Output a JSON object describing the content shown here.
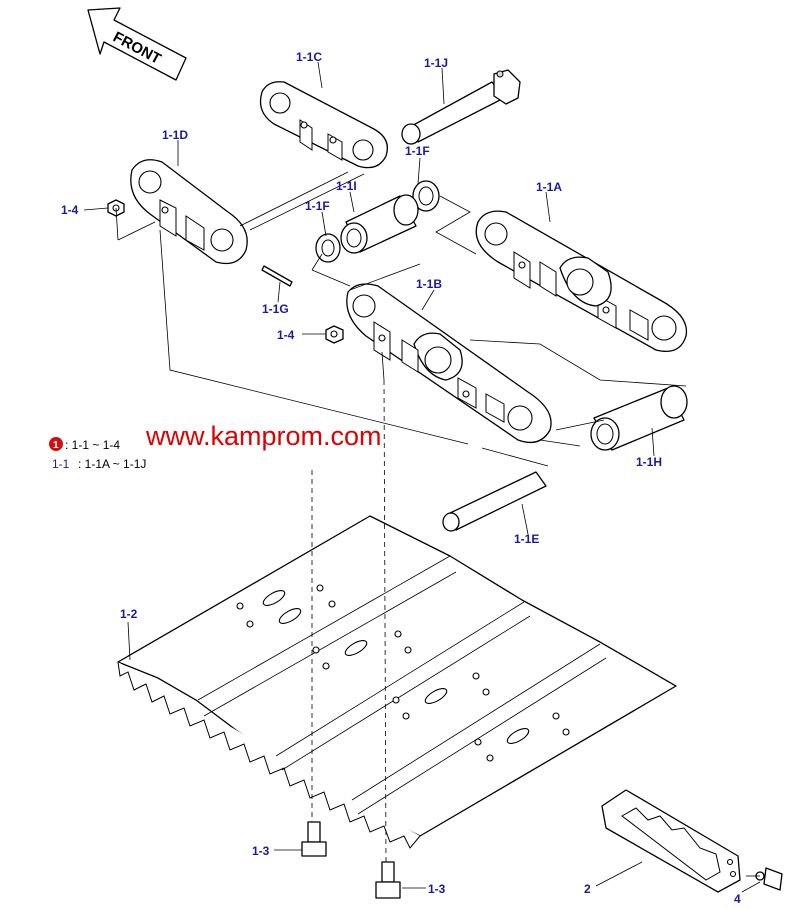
{
  "direction": {
    "text": "FRONT"
  },
  "watermark": "www.kamprom.com",
  "legend": {
    "symbol": "1",
    "row1_text": ": 1-1 ~ 1-4",
    "row2_key": "1-1",
    "row2_text": ": 1-1A ~ 1-1J"
  },
  "labels": {
    "l_1_1C": "1-1C",
    "l_1_1J": "1-1J",
    "l_1_1D": "1-1D",
    "l_1_1F_top": "1-1F",
    "l_1_1I": "1-1I",
    "l_1_1A": "1-1A",
    "l_1_4_left": "1-4",
    "l_1_1F_left": "1-1F",
    "l_1_1B": "1-1B",
    "l_1_1G": "1-1G",
    "l_1_4_mid": "1-4",
    "l_1_1H": "1-1H",
    "l_1_1E": "1-1E",
    "l_1_2": "1-2",
    "l_1_3_left": "1-3",
    "l_1_3_bottom": "1-3",
    "l_2": "2",
    "l_4": "4"
  }
}
